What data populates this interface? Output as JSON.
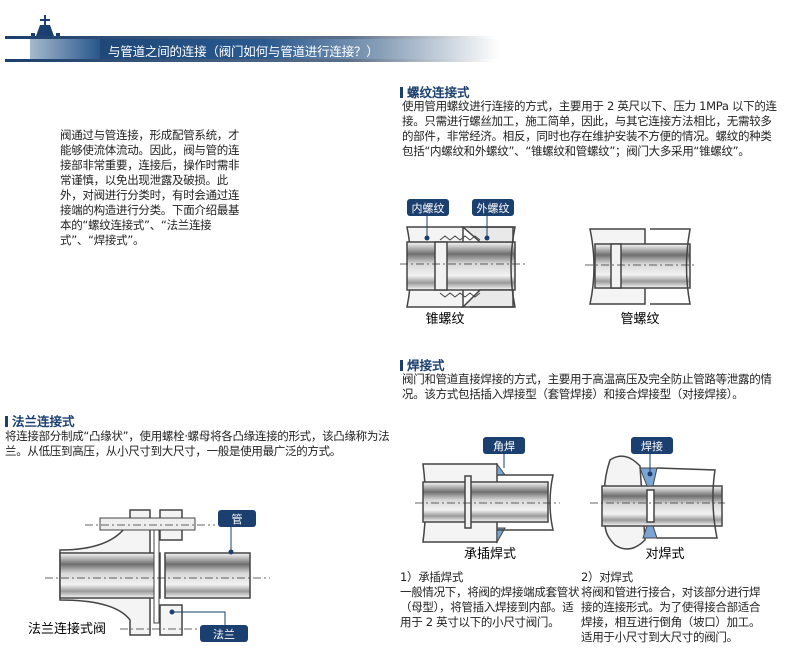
{
  "header": {
    "title": "与管道之间的连接（阀门如何与管道进行连接？）",
    "accent": "#1b3f6e"
  },
  "intro": {
    "text": "阀通过与管连接，形成配管系统，才能够使流体流动。因此，阀与管的连接部非常重要，连接后，操作时需非常谨慎，以免出现泄露及破损。此外，对阀进行分类时，有时会通过连接端的构造进行分类。下面介绍最基本的“螺纹连接式”、“法兰连接式”、“焊接式”。"
  },
  "thread": {
    "heading": "螺纹连接式",
    "text": "使用管用螺纹进行连接的方式，主要用于 2 英尺以下、压力 1MPa 以下的连接。只需进行螺丝加工，施工简单，因此，与其它连接方法相比，无需较多的部件，非常经济。相反，同时也存在维护安装不方便的情况。螺纹的种类包括“内螺纹和外螺纹”、“锥螺纹和管螺纹”；阀门大多采用“锥螺纹”。",
    "label_inner": "内螺纹",
    "label_outer": "外螺纹",
    "caption_taper": "锥螺纹",
    "caption_pipe": "管螺纹"
  },
  "flange": {
    "heading": "法兰连接式",
    "text": "将连接部分制成“凸缘状”，使用螺栓·螺母将各凸缘连接的形式，该凸缘称为法兰。从低压到高压，从小尺寸到大尺寸，一般是使用最广泛的方式。",
    "label_pipe": "管",
    "label_flange": "法兰",
    "caption": "法兰连接式阀"
  },
  "weld": {
    "heading": "焊接式",
    "text": "阀门和管道直接焊接的方式，主要用于高温高压及完全防止管路等泄露的情况。该方式包括插入焊接型（套管焊接）和接合焊接型（对接焊接）。",
    "label_fillet": "角焊",
    "label_weld": "焊接",
    "caption_socket": "承插焊式",
    "caption_butt": "对焊式",
    "socket_title": "1）承插焊式",
    "socket_text": "一般情况下，将阀的焊接端成套管状（母型），将管插入焊接到内部。适用于 2 英寸以下的小尺寸阀门。",
    "butt_title": "2）对焊式",
    "butt_text": "将阀和管进行接合，对该部分进行焊接的连接形式。为了使得接合部适合焊接，相互进行倒角（坡口）加工。适用于小尺寸到大尺寸的阀门。"
  }
}
